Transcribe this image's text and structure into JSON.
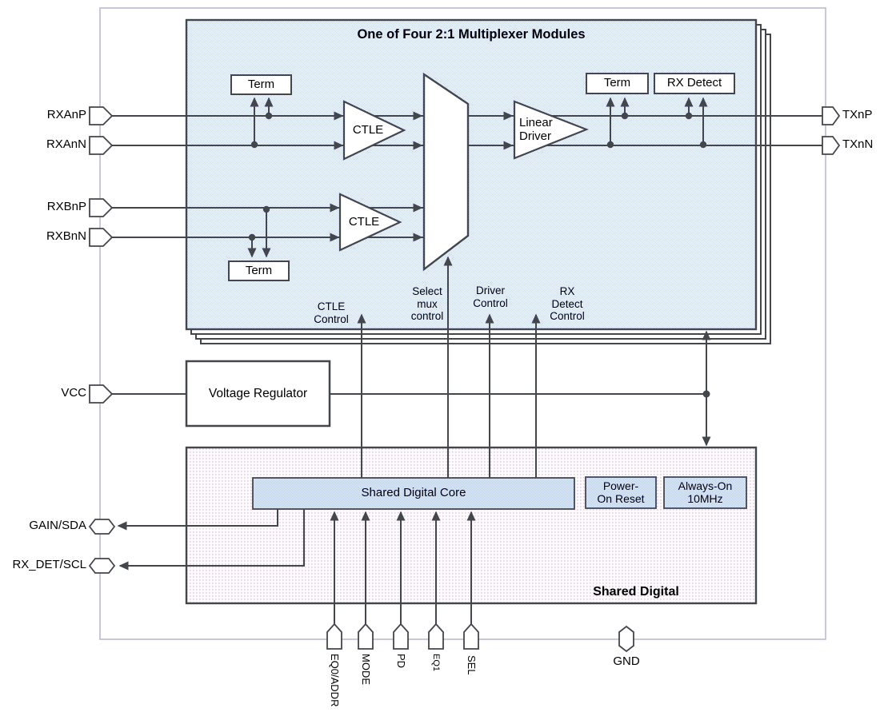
{
  "module": {
    "title": "One of Four 2:1 Multiplexer Modules"
  },
  "blocks": {
    "term_top": "Term",
    "term_bottom": "Term",
    "term_out": "Term",
    "rx_detect": "RX Detect",
    "ctle_a": "CTLE",
    "ctle_b": "CTLE",
    "linear_driver": "Linear\nDriver",
    "voltage_regulator": "Voltage Regulator",
    "shared_digital_core": "Shared Digital Core",
    "power_on_reset": "Power-\nOn Reset",
    "always_on": "Always-On\n10MHz",
    "shared_digital": "Shared Digital"
  },
  "controls": {
    "ctle": "CTLE\nControl",
    "select_mux": "Select\nmux\ncontrol",
    "driver": "Driver\nControl",
    "rx_detect": "RX\nDetect\nControl"
  },
  "pins": {
    "left": [
      {
        "label": "RXAnP"
      },
      {
        "label": "RXAnN"
      },
      {
        "label": "RXBnP"
      },
      {
        "label": "RXBnN"
      }
    ],
    "vcc": "VCC",
    "gain_sda": "GAIN/SDA",
    "rx_det_scl": "RX_DET/SCL",
    "right": [
      {
        "label": "TXnP"
      },
      {
        "label": "TXnN"
      }
    ],
    "bottom": [
      {
        "label": "EQ0/ADDR"
      },
      {
        "label": "MODE"
      },
      {
        "label": "PD"
      },
      {
        "label": "EQ1"
      },
      {
        "label": "SEL"
      }
    ],
    "gnd": "GND"
  },
  "colors": {
    "line": "#43464b",
    "module_fill_tint": "#ccd8ee",
    "core_fill_tint": "#b9c9ea",
    "shared_fill_tint": "#f0c6e4",
    "chip_boundary": "#b6b5cf",
    "box_fill": "#ffffff",
    "text": "#000000"
  }
}
